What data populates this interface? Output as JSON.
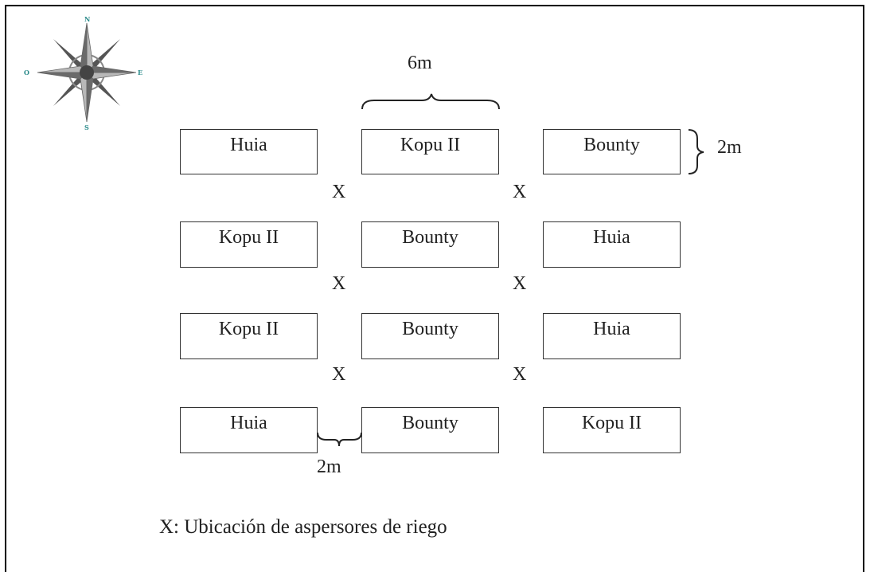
{
  "compass": {
    "north": "N",
    "east": "E",
    "south": "S",
    "west": "O"
  },
  "dimensions": {
    "plot_length": "6m",
    "plot_width": "2m",
    "plot_gap": "2m"
  },
  "plots": [
    [
      "Huia",
      "Kopu II",
      "Bounty"
    ],
    [
      "Kopu II",
      "Bounty",
      "Huia"
    ],
    [
      "Kopu II",
      "Bounty",
      "Huia"
    ],
    [
      "Huia",
      "Bounty",
      "Kopu II"
    ]
  ],
  "sprinkler_symbol": "X",
  "legend": "X: Ubicación de aspersores de riego",
  "colors": {
    "compass_dark": "#4a4a4a",
    "compass_light": "#b8b8b8",
    "compass_letters": "#2a8a8a"
  }
}
